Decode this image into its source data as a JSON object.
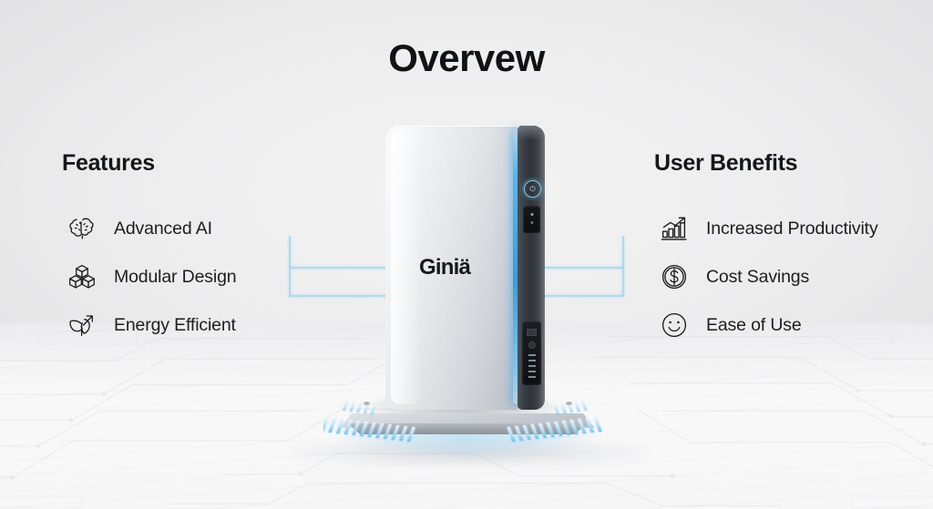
{
  "page": {
    "title": "Overvew",
    "background_color": "#ededee",
    "accent_color": "#5bb8ea"
  },
  "features": {
    "heading": "Features",
    "items": [
      {
        "icon": "brain-icon",
        "label": "Advanced AI"
      },
      {
        "icon": "cubes-icon",
        "label": "Modular Design"
      },
      {
        "icon": "leaf-arrow-icon",
        "label": "Energy Efficient"
      }
    ]
  },
  "benefits": {
    "heading": "User Benefits",
    "items": [
      {
        "icon": "bar-chart-arrow-icon",
        "label": "Increased Productivity"
      },
      {
        "icon": "dollar-coin-icon",
        "label": "Cost Savings"
      },
      {
        "icon": "smiley-face-icon",
        "label": "Ease of Use"
      }
    ]
  },
  "device": {
    "brand_logo": "Giniä",
    "power_glyph": "⏻",
    "connector_dot_count": 4,
    "connector_color": "#38b6e8"
  }
}
